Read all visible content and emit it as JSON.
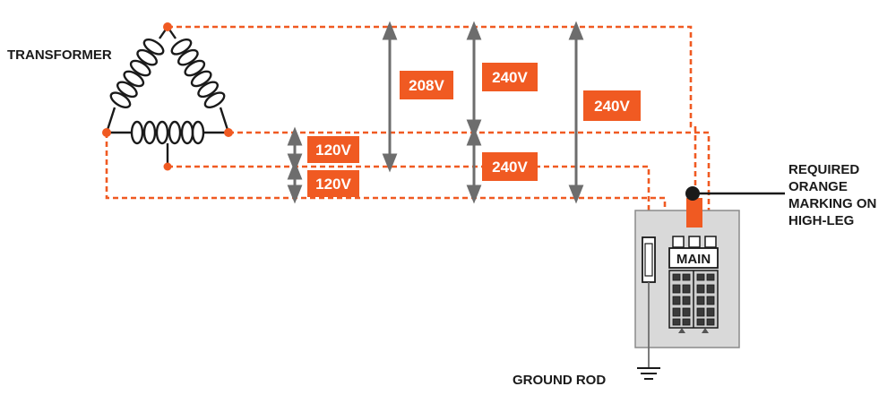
{
  "labels": {
    "transformer": "TRANSFORMER",
    "ground_rod": "GROUND ROD",
    "marking_line1": "REQUIRED",
    "marking_line2": "ORANGE",
    "marking_line3": "MARKING ON",
    "marking_line4": "HIGH-LEG",
    "main": "MAIN"
  },
  "voltages": {
    "v120_top": "120V",
    "v120_bottom": "120V",
    "v208": "208V",
    "v240_upper": "240V",
    "v240_lower": "240V",
    "v240_right": "240V"
  },
  "colors": {
    "accent_orange": "#f05a22",
    "arrow_gray": "#6d6d6d",
    "wire_dark": "#1a1a1a",
    "panel_fill": "#d9d9d9",
    "panel_stroke": "#8a8a8a"
  }
}
